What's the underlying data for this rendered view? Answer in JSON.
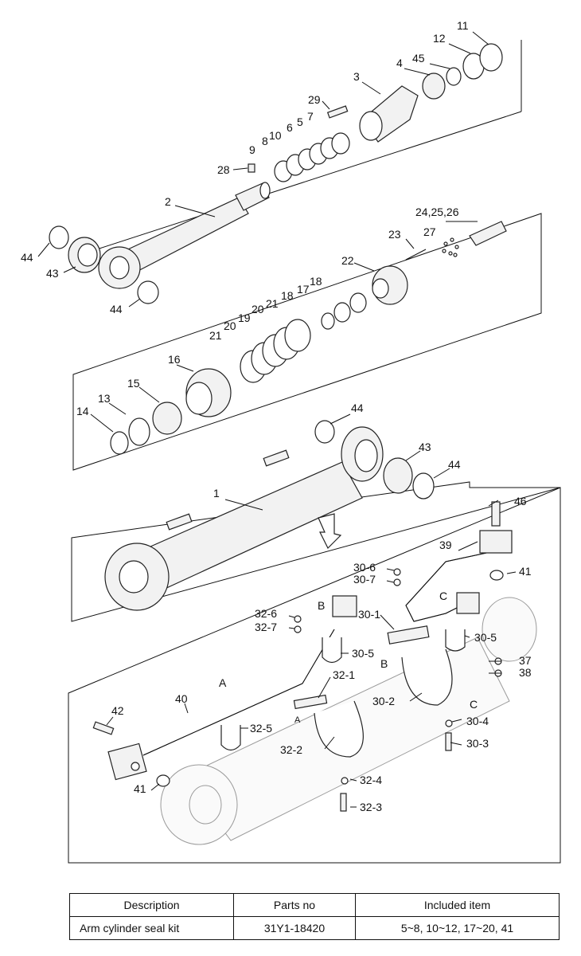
{
  "labels": {
    "l1": "1",
    "l2": "2",
    "l3": "3",
    "l4": "4",
    "l5": "5",
    "l6": "6",
    "l7": "7",
    "l8": "8",
    "l9": "9",
    "l10": "10",
    "l11": "11",
    "l12": "12",
    "l13": "13",
    "l14": "14",
    "l15": "15",
    "l16": "16",
    "l17": "17",
    "l18": "18",
    "l19": "19",
    "l20": "20",
    "l21": "21",
    "l22": "22",
    "l23": "23",
    "l24_26": "24,25,26",
    "l27": "27",
    "l28": "28",
    "l29": "29",
    "l37": "37",
    "l38": "38",
    "l39": "39",
    "l40": "40",
    "l41": "41",
    "l42": "42",
    "l43": "43",
    "l44": "44",
    "l45": "45",
    "l46": "46",
    "l30_1": "30-1",
    "l30_2": "30-2",
    "l30_3": "30-3",
    "l30_4": "30-4",
    "l30_5": "30-5",
    "l30_6": "30-6",
    "l30_7": "30-7",
    "l32_1": "32-1",
    "l32_2": "32-2",
    "l32_3": "32-3",
    "l32_4": "32-4",
    "l32_5": "32-5",
    "l32_6": "32-6",
    "l32_7": "32-7",
    "markA": "A",
    "markB": "B",
    "markC": "C"
  },
  "table": {
    "headers": [
      "Description",
      "Parts no",
      "Included item"
    ],
    "rows": [
      {
        "description": "Arm cylinder seal kit",
        "parts_no": "31Y1-18420",
        "included": "5~8, 10~12, 17~20, 41"
      }
    ]
  }
}
